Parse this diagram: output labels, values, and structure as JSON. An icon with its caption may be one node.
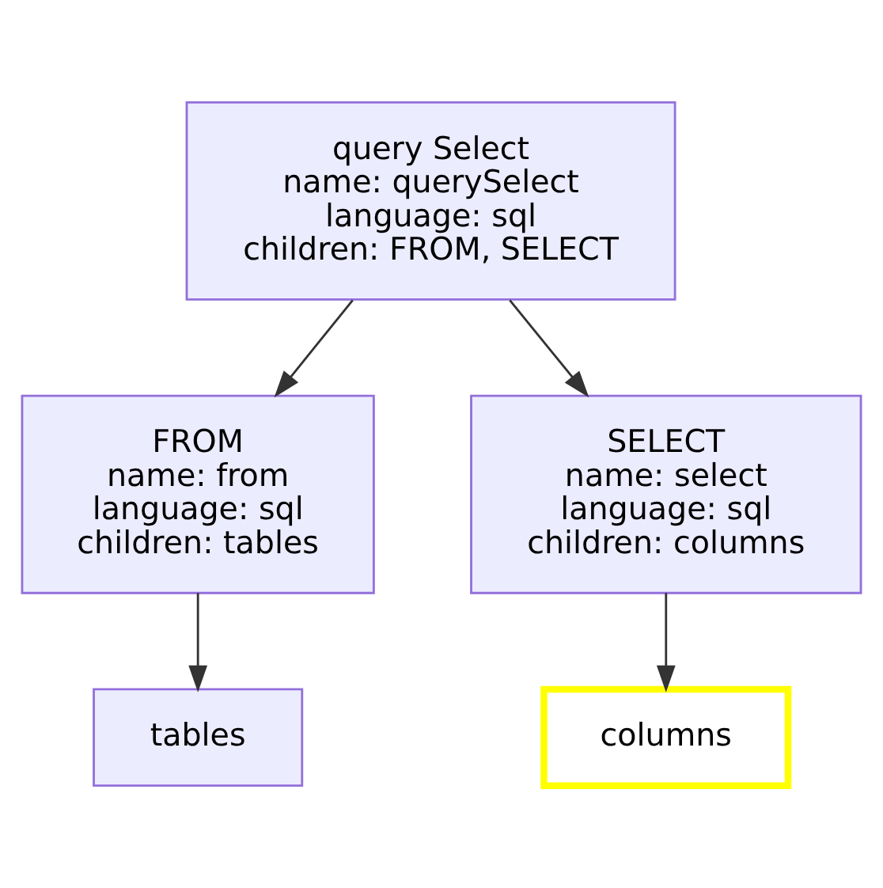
{
  "diagram": {
    "nodes": [
      {
        "text": [
          "query Select",
          "name: querySelect",
          "language: sql",
          "children: FROM, SELECT"
        ]
      },
      {
        "text": [
          "FROM",
          "name: from",
          "language: sql",
          "children: tables"
        ]
      },
      {
        "text": [
          "SELECT",
          "name: select",
          "language: sql",
          "children: columns"
        ]
      },
      {
        "text": [
          "tables"
        ]
      },
      {
        "text": [
          "columns"
        ]
      }
    ],
    "edges": [
      {
        "from": 0,
        "to": 1,
        "arrow": "to"
      },
      {
        "from": 0,
        "to": 2,
        "arrow": "to"
      },
      {
        "from": 1,
        "to": 3,
        "arrow": "to"
      },
      {
        "from": 2,
        "to": 4,
        "arrow": "to"
      }
    ]
  }
}
